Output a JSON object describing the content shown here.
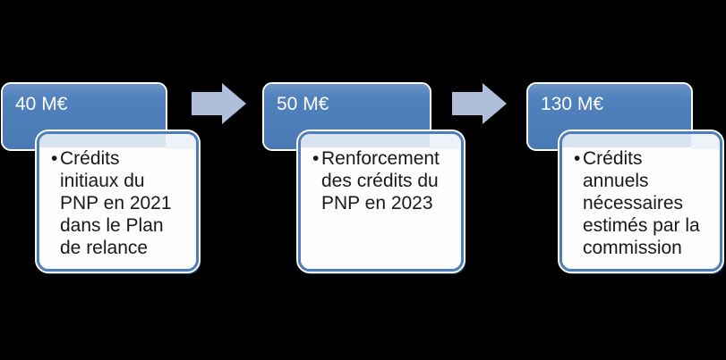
{
  "diagram": {
    "type": "process-flow",
    "background_color": "#000000",
    "accent_color": "#4f81bd",
    "body_border_color": "#4d7ebb",
    "overlap_tint_color": "#dae4f1",
    "arrow_color": "#afbedb",
    "text_color": "#191919",
    "steps": [
      {
        "amount": "40 M€",
        "bullet": "•",
        "description": "Crédits\ninitiaux du\nPNP en 2021\ndans le Plan\nde relance"
      },
      {
        "amount": "50 M€",
        "bullet": "•",
        "description": "Renforcement\ndes crédits du\nPNP en 2023"
      },
      {
        "amount": "130 M€",
        "bullet": "•",
        "description": "Crédits\nannuels\nnécessaires\nestimés par la\ncommission"
      }
    ],
    "arrows": [
      {
        "icon": "right-arrow-icon"
      },
      {
        "icon": "right-arrow-icon"
      }
    ]
  }
}
